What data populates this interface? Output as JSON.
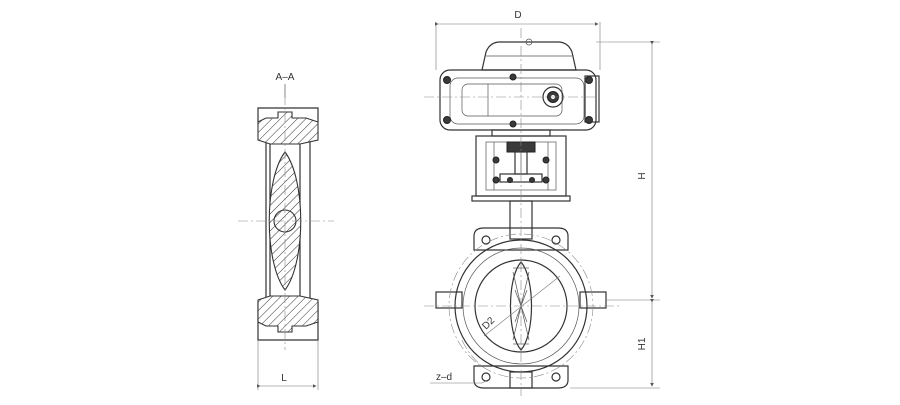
{
  "labels": {
    "section": "A–A",
    "width_L": "L",
    "diameter_D": "D",
    "height_H": "H",
    "height_H1": "H1",
    "pitch_D2": "D2",
    "holes_zd": "z–d"
  },
  "icons": {
    "actuator": "electric-actuator-icon",
    "valve_body": "butterfly-valve-body-icon",
    "section_view": "section-view-icon"
  },
  "colors": {
    "line": "#333333",
    "background": "#ffffff"
  }
}
